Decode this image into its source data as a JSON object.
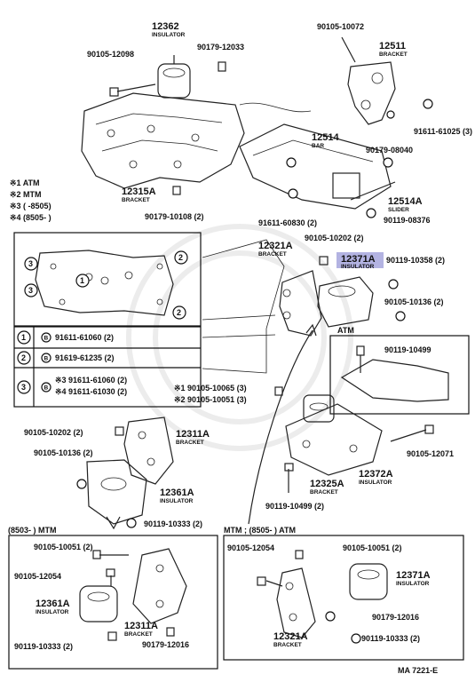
{
  "labels": {
    "p12362": "12362",
    "insulator": "INSULATOR",
    "bracket": "BRACKET",
    "bar": "BAR",
    "slider": "SLIDER",
    "p90105_12098": "90105-12098",
    "p90179_12033": "90179-12033",
    "p90105_10072": "90105-10072",
    "p12511": "12511",
    "p91611_61025": "91611-61025 (3)",
    "p12514": "12514",
    "p90179_08040": "90179-08040",
    "p12315A": "12315A",
    "p12514A": "12514A",
    "p90179_10108": "90179-10108 (2)",
    "p91611_60830": "91611-60830 (2)",
    "p90119_08376": "90119-08376",
    "p12321A": "12321A",
    "p90105_10202_top": "90105-10202 (2)",
    "p12371A": "12371A",
    "p90119_10358": "90119-10358 (2)",
    "p90105_10136_top": "90105-10136 (2)",
    "atm": "ATM",
    "p90119_10499": "90119-10499",
    "p90105_10065": "※1 90105-10065 (3)",
    "p90105_10051_top": "※2 90105-10051 (3)",
    "p90105_10202_left": "90105-10202 (2)",
    "p12311A": "12311A",
    "p90105_10136_left": "90105-10136 (2)",
    "p12361A": "12361A",
    "p90119_10333": "90119-10333 (2)",
    "p12325A": "12325A",
    "p12372A": "12372A",
    "p90105_12071": "90105-12071",
    "p90119_10499_low": "90119-10499 (2)",
    "mtm_left": "(8503-       ) MTM",
    "mtm_right": "MTM ; (8505-       ) ATM",
    "b1_90105_10051": "90105-10051 (2)",
    "b1_90105_12054": "90105-12054",
    "b1_12361A": "12361A",
    "b1_12311A": "12311A",
    "b1_90119_10333": "90119-10333 (2)",
    "b1_90179_12016": "90179-12016",
    "b2_90105_12054": "90105-12054",
    "b2_90105_10051": "90105-10051 (2)",
    "b2_12371A": "12371A",
    "b2_12321A": "12321A",
    "b2_90179_12016": "90179-12016",
    "b2_90119_10333": "90119-10333 (2)",
    "footer": "MA 7221-E"
  },
  "legend": {
    "n1": "※1  ATM",
    "n2": "※2  MTM",
    "n3": "※3  (       -8505)",
    "n4": "※4  (8505-        )"
  },
  "table": {
    "r1_num": "1",
    "r1_part": "91611-61060 (2)",
    "r2_num": "2",
    "r2_part": "91619-61235 (2)",
    "r3_num": "3",
    "r3_part_a": "※3  91611-61060 (2)",
    "r3_part_b": "※4  91611-61030 (2)",
    "b": "B"
  },
  "inset": {
    "n1": "1",
    "n2": "2",
    "n3": "3"
  }
}
